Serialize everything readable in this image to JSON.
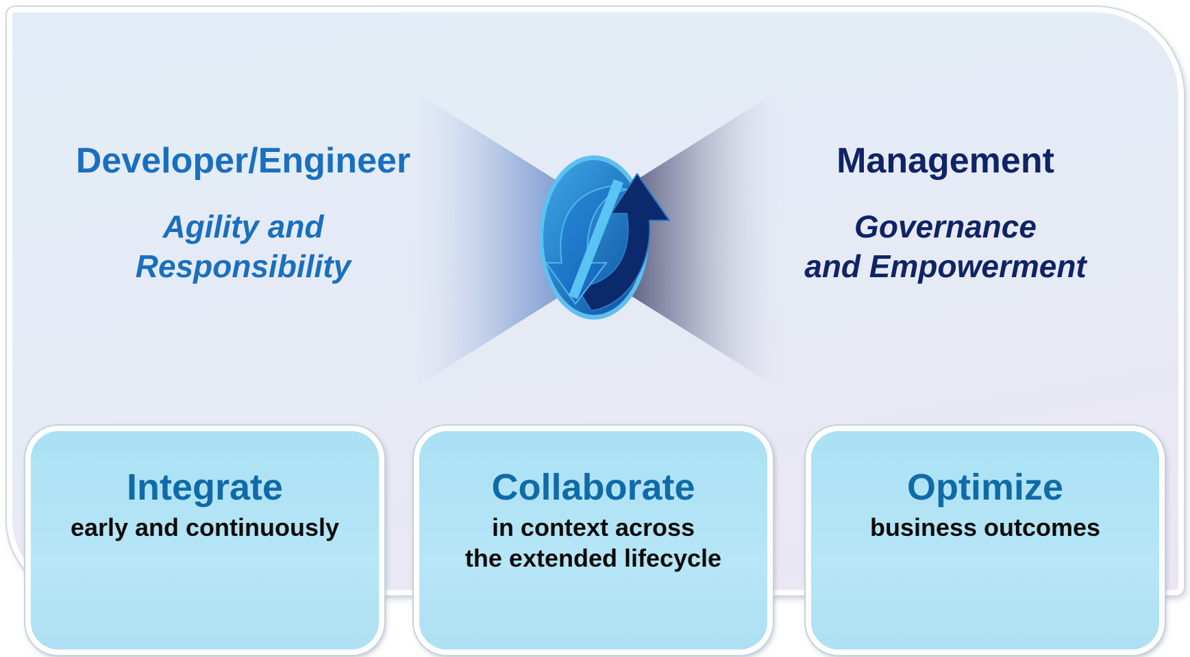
{
  "developer": {
    "title": "Developer/Engineer",
    "subtitle_lines": [
      "Agility and",
      "Responsibility"
    ]
  },
  "management": {
    "title": "Management",
    "subtitle_lines": [
      "Governance",
      "and Empowerment"
    ]
  },
  "center_icon": "cycle-arrows-icon",
  "cards": [
    {
      "title": "Integrate",
      "lines": [
        "early and continuously"
      ]
    },
    {
      "title": "Collaborate",
      "lines": [
        "in context across",
        "the extended lifecycle"
      ]
    },
    {
      "title": "Optimize",
      "lines": [
        "business outcomes"
      ]
    }
  ],
  "colors": {
    "developer_text": "#1a6fbe",
    "management_text": "#0f2366",
    "card_title": "#0f6ba8",
    "card_fill": "#b1e2f5"
  }
}
